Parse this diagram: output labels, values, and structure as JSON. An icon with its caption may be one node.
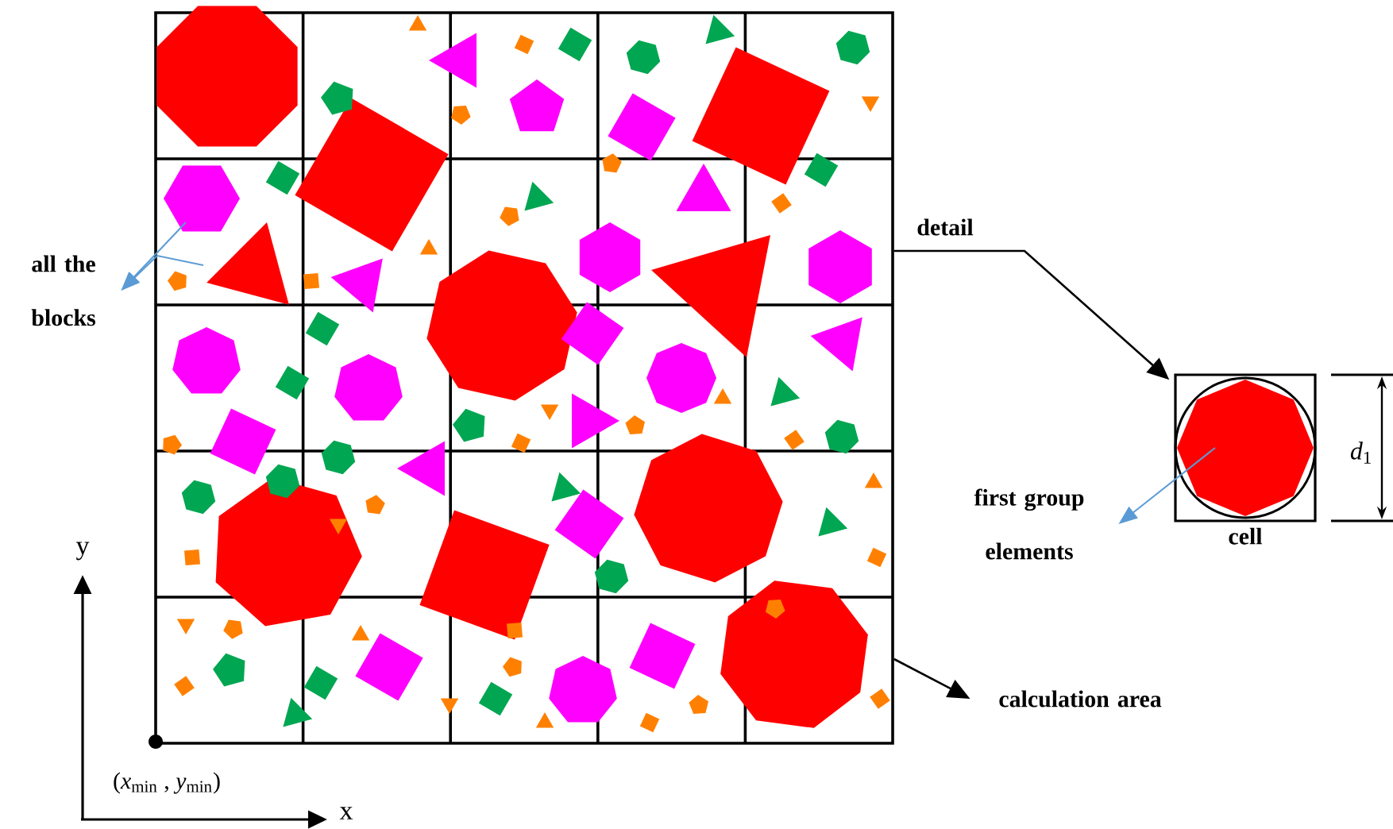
{
  "diagram": {
    "nodes": [
      {
        "text": [],
        "shape": "box"
      },
      {
        "text": [],
        "shape": "hexagon",
        "in": 0
      },
      {
        "text": [],
        "shape": "triangle",
        "in": 0
      },
      {
        "text": [
          "all the blocks"
        ]
      },
      {
        "text": [
          "cell"
        ]
      },
      {
        "text": [],
        "shape": "octagon",
        "in": 4
      },
      {
        "text": [
          "first group elements"
        ]
      },
      {
        "text": [
          "calculation area"
        ]
      }
    ],
    "edges": [
      {
        "from": 1,
        "to": 3,
        "arrow": "to"
      },
      {
        "from": 2,
        "to": 3,
        "arrow": "to"
      },
      {
        "from": 0,
        "to": 4,
        "arrow": "to",
        "label": "detail",
        "color": "#000000"
      },
      {
        "from": 5,
        "to": 6,
        "arrow": "to"
      },
      {
        "from": 0,
        "to": 7,
        "arrow": "to",
        "color": "#000000"
      }
    ],
    "labels": [
      "*d*$_{1}$",
      "y",
      "(*x*$_{min}$ , *y*$_{min}$)",
      "x"
    ]
  }
}
